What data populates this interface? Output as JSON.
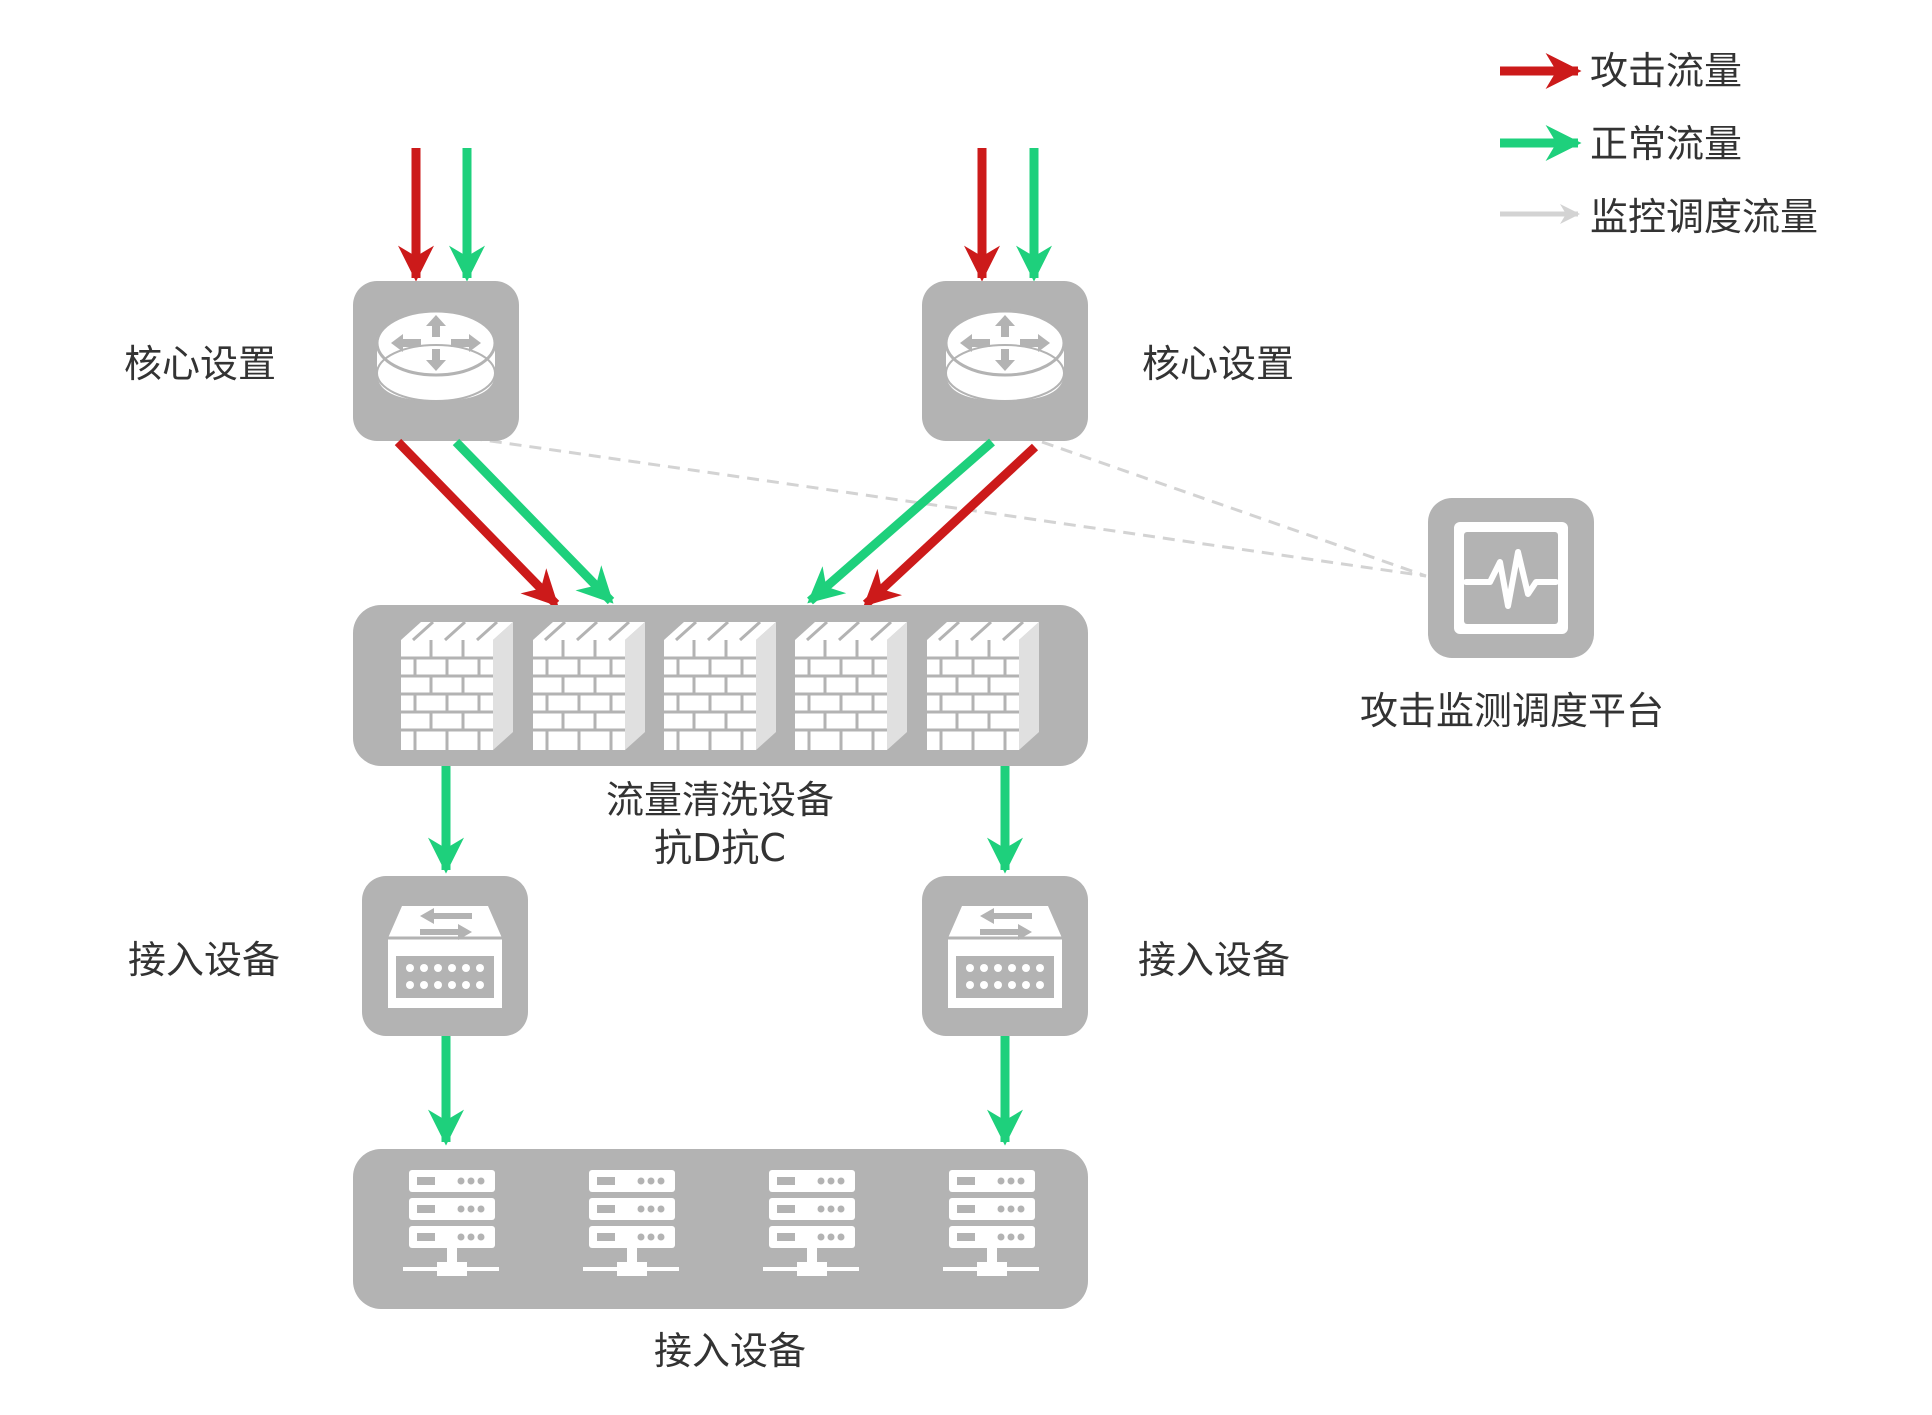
{
  "legend": {
    "attack": "攻击流量",
    "normal": "正常流量",
    "monitor": "监控调度流量"
  },
  "nodes": {
    "core_left": "核心设置",
    "core_right": "核心设置",
    "cleaning_line1": "流量清洗设备",
    "cleaning_line2": "抗D抗C",
    "monitor_platform": "攻击监测调度平台",
    "access_left": "接入设备",
    "access_right": "接入设备",
    "servers": "接入设备"
  },
  "colors": {
    "attack": "#cc1a1a",
    "normal": "#1ed07c",
    "monitor": "#d3d3d3",
    "device": "#b3b3b3",
    "icon": "#ffffff",
    "text": "#333333"
  },
  "icons": {
    "router": "router-icon",
    "firewall": "firewall-icon",
    "monitor": "monitor-icon",
    "switch": "switch-icon",
    "server": "server-icon"
  }
}
